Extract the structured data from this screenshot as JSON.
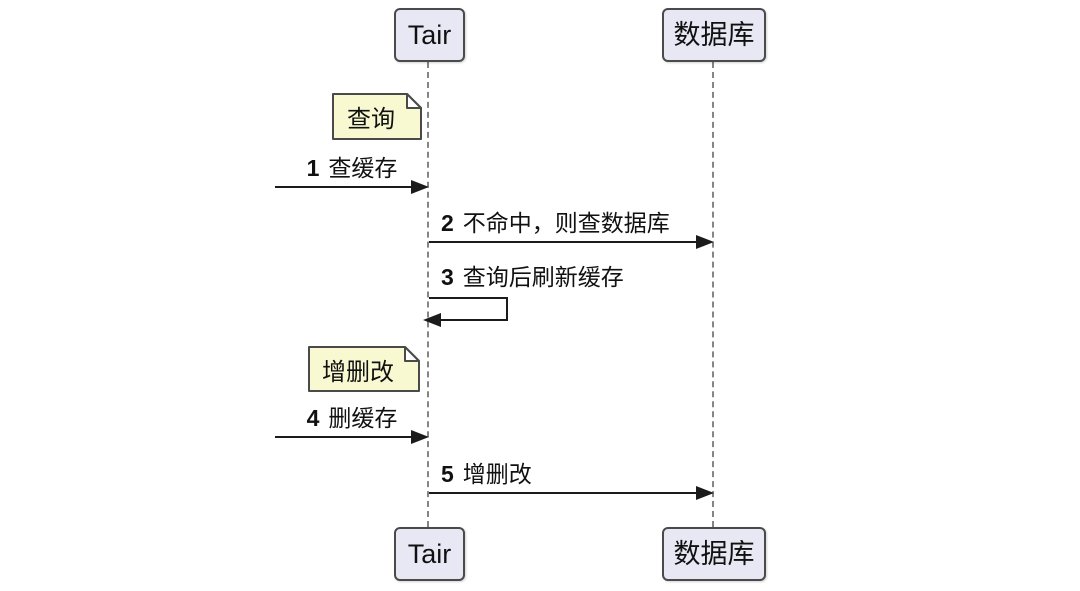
{
  "diagram": {
    "type": "sequence",
    "participants": [
      {
        "id": "tair",
        "label": "Tair"
      },
      {
        "id": "db",
        "label": "数据库"
      }
    ],
    "notes": [
      {
        "label": "查询"
      },
      {
        "label": "增删改"
      }
    ],
    "messages": [
      {
        "num": "1",
        "label": "查缓存",
        "from": "external",
        "to": "Tair"
      },
      {
        "num": "2",
        "label": "不命中，则查数据库",
        "from": "Tair",
        "to": "数据库"
      },
      {
        "num": "3",
        "label": "查询后刷新缓存",
        "from": "Tair",
        "to": "Tair",
        "self": true
      },
      {
        "num": "4",
        "label": "删缓存",
        "from": "external",
        "to": "Tair"
      },
      {
        "num": "5",
        "label": "增删改",
        "from": "Tair",
        "to": "数据库"
      }
    ],
    "colors": {
      "background": "#FFFFFF",
      "participant_fill": "#E8E8F4",
      "participant_border": "#4A4A4A",
      "note_fill": "#F8F9D0",
      "note_fold": "#FFFFFF",
      "note_border": "#4A4A4A",
      "lifeline": "#858585",
      "arrow": "#1B1B1B",
      "text": "#111111"
    }
  }
}
